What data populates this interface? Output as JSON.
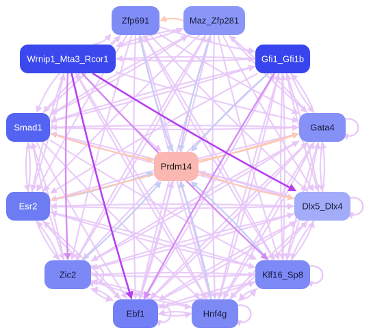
{
  "nodes": [
    {
      "id": "zfp691",
      "label": "Zfp691",
      "fill": "#7f8cf6",
      "text_color": "#1a1a3a"
    },
    {
      "id": "maz_zfp281",
      "label": "Maz_Zfp281",
      "fill": "#8a96f7",
      "text_color": "#1a1a3a"
    },
    {
      "id": "wrnip1",
      "label": "Wrnip1_Mta3_Rcor1",
      "fill": "#3a48ee",
      "text_color": "#ffffff"
    },
    {
      "id": "gfi1",
      "label": "Gfi1_Gfi1b",
      "fill": "#3844ee",
      "text_color": "#ffffff"
    },
    {
      "id": "smad1",
      "label": "Smad1",
      "fill": "#5563f2",
      "text_color": "#ffffff"
    },
    {
      "id": "gata4",
      "label": "Gata4",
      "fill": "#8591f7",
      "text_color": "#1a1a3a"
    },
    {
      "id": "prdm14",
      "label": "Prdm14",
      "fill": "#fbb7b2",
      "text_color": "#1a1a1a"
    },
    {
      "id": "esr2",
      "label": "Esr2",
      "fill": "#6e7cf4",
      "text_color": "#ffffff"
    },
    {
      "id": "dlx5",
      "label": "Dlx5_Dlx4",
      "fill": "#a2acf8",
      "text_color": "#1a1a3a"
    },
    {
      "id": "zic2",
      "label": "Zic2",
      "fill": "#7b88f6",
      "text_color": "#1a1a3a"
    },
    {
      "id": "klf16",
      "label": "Klf16_Sp8",
      "fill": "#7c89f6",
      "text_color": "#1a1a3a"
    },
    {
      "id": "ebf1",
      "label": "Ebf1",
      "fill": "#7380f5",
      "text_color": "#1a1a3a"
    },
    {
      "id": "hnf4g",
      "label": "Hnf4g",
      "fill": "#7d8af6",
      "text_color": "#1a1a3a"
    }
  ],
  "edge_colors": {
    "default": "#e7c6f7",
    "strong": "#b63ef0",
    "medium": "#d48cf2",
    "blue": "#c5cdf4",
    "peach": "#fcc9b5"
  },
  "edges": [
    {
      "from": "wrnip1",
      "to": "ebf1",
      "tone": "strong"
    },
    {
      "from": "wrnip1",
      "to": "dlx5",
      "tone": "strong"
    },
    {
      "from": "wrnip1",
      "to": "zic2",
      "tone": "medium"
    },
    {
      "from": "gfi1",
      "to": "ebf1",
      "tone": "medium"
    },
    {
      "from": "wrnip1",
      "to": "klf16",
      "tone": "medium"
    },
    {
      "from": "zfp691",
      "to": "prdm14",
      "tone": "blue"
    },
    {
      "from": "maz_zfp281",
      "to": "prdm14",
      "tone": "blue"
    },
    {
      "from": "gfi1",
      "to": "prdm14",
      "tone": "blue"
    },
    {
      "from": "zic2",
      "to": "prdm14",
      "tone": "blue"
    },
    {
      "from": "esr2",
      "to": "prdm14",
      "tone": "blue"
    },
    {
      "from": "klf16",
      "to": "prdm14",
      "tone": "blue"
    },
    {
      "from": "hnf4g",
      "to": "prdm14",
      "tone": "blue"
    },
    {
      "from": "smad1",
      "to": "prdm14",
      "tone": "peach"
    },
    {
      "from": "prdm14",
      "to": "gata4",
      "tone": "peach"
    },
    {
      "from": "prdm14",
      "to": "dlx5",
      "tone": "peach"
    },
    {
      "from": "maz_zfp281",
      "to": "zfp691",
      "tone": "peach"
    },
    {
      "from": "esr2",
      "to": "gata4",
      "tone": "peach"
    },
    {
      "from": "smad1",
      "to": "gata4",
      "tone": "default"
    },
    {
      "from": "smad1",
      "to": "esr2",
      "tone": "default"
    },
    {
      "from": "smad1",
      "to": "zic2",
      "tone": "default"
    },
    {
      "from": "smad1",
      "to": "ebf1",
      "tone": "default"
    },
    {
      "from": "smad1",
      "to": "hnf4g",
      "tone": "default"
    },
    {
      "from": "smad1",
      "to": "klf16",
      "tone": "default"
    },
    {
      "from": "smad1",
      "to": "dlx5",
      "tone": "default"
    },
    {
      "from": "smad1",
      "to": "gfi1",
      "tone": "default"
    },
    {
      "from": "smad1",
      "to": "maz_zfp281",
      "tone": "default"
    },
    {
      "from": "smad1",
      "to": "zfp691",
      "tone": "default"
    },
    {
      "from": "wrnip1",
      "to": "zfp691",
      "tone": "default"
    },
    {
      "from": "wrnip1",
      "to": "maz_zfp281",
      "tone": "default"
    },
    {
      "from": "wrnip1",
      "to": "gfi1",
      "tone": "default"
    },
    {
      "from": "wrnip1",
      "to": "gata4",
      "tone": "default"
    },
    {
      "from": "wrnip1",
      "to": "hnf4g",
      "tone": "default"
    },
    {
      "from": "wrnip1",
      "to": "esr2",
      "tone": "default"
    },
    {
      "from": "wrnip1",
      "to": "smad1",
      "tone": "default"
    },
    {
      "from": "wrnip1",
      "to": "prdm14",
      "tone": "default"
    },
    {
      "from": "zfp691",
      "to": "smad1",
      "tone": "default"
    },
    {
      "from": "zfp691",
      "to": "esr2",
      "tone": "default"
    },
    {
      "from": "zfp691",
      "to": "zic2",
      "tone": "default"
    },
    {
      "from": "zfp691",
      "to": "ebf1",
      "tone": "default"
    },
    {
      "from": "zfp691",
      "to": "hnf4g",
      "tone": "default"
    },
    {
      "from": "zfp691",
      "to": "klf16",
      "tone": "default"
    },
    {
      "from": "zfp691",
      "to": "dlx5",
      "tone": "default"
    },
    {
      "from": "zfp691",
      "to": "gata4",
      "tone": "default"
    },
    {
      "from": "zfp691",
      "to": "gfi1",
      "tone": "default"
    },
    {
      "from": "maz_zfp281",
      "to": "smad1",
      "tone": "default"
    },
    {
      "from": "maz_zfp281",
      "to": "esr2",
      "tone": "default"
    },
    {
      "from": "maz_zfp281",
      "to": "zic2",
      "tone": "default"
    },
    {
      "from": "maz_zfp281",
      "to": "ebf1",
      "tone": "default"
    },
    {
      "from": "maz_zfp281",
      "to": "hnf4g",
      "tone": "default"
    },
    {
      "from": "maz_zfp281",
      "to": "klf16",
      "tone": "default"
    },
    {
      "from": "maz_zfp281",
      "to": "dlx5",
      "tone": "default"
    },
    {
      "from": "maz_zfp281",
      "to": "gata4",
      "tone": "default"
    },
    {
      "from": "maz_zfp281",
      "to": "wrnip1",
      "tone": "default"
    },
    {
      "from": "gfi1",
      "to": "smad1",
      "tone": "default"
    },
    {
      "from": "gfi1",
      "to": "esr2",
      "tone": "default"
    },
    {
      "from": "gfi1",
      "to": "zic2",
      "tone": "default"
    },
    {
      "from": "gfi1",
      "to": "hnf4g",
      "tone": "default"
    },
    {
      "from": "gfi1",
      "to": "klf16",
      "tone": "default"
    },
    {
      "from": "gfi1",
      "to": "dlx5",
      "tone": "default"
    },
    {
      "from": "gfi1",
      "to": "gata4",
      "tone": "default"
    },
    {
      "from": "gfi1",
      "to": "wrnip1",
      "tone": "default"
    },
    {
      "from": "gata4",
      "to": "smad1",
      "tone": "default"
    },
    {
      "from": "gata4",
      "to": "esr2",
      "tone": "default"
    },
    {
      "from": "gata4",
      "to": "zic2",
      "tone": "default"
    },
    {
      "from": "gata4",
      "to": "ebf1",
      "tone": "default"
    },
    {
      "from": "gata4",
      "to": "hnf4g",
      "tone": "default"
    },
    {
      "from": "gata4",
      "to": "klf16",
      "tone": "default"
    },
    {
      "from": "gata4",
      "to": "dlx5",
      "tone": "default"
    },
    {
      "from": "gata4",
      "to": "gfi1",
      "tone": "default"
    },
    {
      "from": "gata4",
      "to": "maz_zfp281",
      "tone": "default"
    },
    {
      "from": "esr2",
      "to": "zic2",
      "tone": "default"
    },
    {
      "from": "esr2",
      "to": "ebf1",
      "tone": "default"
    },
    {
      "from": "esr2",
      "to": "klf16",
      "tone": "default"
    },
    {
      "from": "esr2",
      "to": "dlx5",
      "tone": "default"
    },
    {
      "from": "esr2",
      "to": "smad1",
      "tone": "default"
    },
    {
      "from": "esr2",
      "to": "wrnip1",
      "tone": "default"
    },
    {
      "from": "dlx5",
      "to": "esr2",
      "tone": "default"
    },
    {
      "from": "dlx5",
      "to": "zic2",
      "tone": "default"
    },
    {
      "from": "dlx5",
      "to": "ebf1",
      "tone": "default"
    },
    {
      "from": "dlx5",
      "to": "hnf4g",
      "tone": "default"
    },
    {
      "from": "dlx5",
      "to": "klf16",
      "tone": "default"
    },
    {
      "from": "dlx5",
      "to": "gata4",
      "tone": "default"
    },
    {
      "from": "dlx5",
      "to": "smad1",
      "tone": "default"
    },
    {
      "from": "dlx5",
      "to": "gfi1",
      "tone": "default"
    },
    {
      "from": "zic2",
      "to": "ebf1",
      "tone": "default"
    },
    {
      "from": "zic2",
      "to": "hnf4g",
      "tone": "default"
    },
    {
      "from": "zic2",
      "to": "klf16",
      "tone": "default"
    },
    {
      "from": "zic2",
      "to": "esr2",
      "tone": "default"
    },
    {
      "from": "zic2",
      "to": "smad1",
      "tone": "default"
    },
    {
      "from": "zic2",
      "to": "dlx5",
      "tone": "default"
    },
    {
      "from": "zic2",
      "to": "gata4",
      "tone": "default"
    },
    {
      "from": "zic2",
      "to": "maz_zfp281",
      "tone": "default"
    },
    {
      "from": "klf16",
      "to": "ebf1",
      "tone": "default"
    },
    {
      "from": "klf16",
      "to": "hnf4g",
      "tone": "default"
    },
    {
      "from": "klf16",
      "to": "zic2",
      "tone": "default"
    },
    {
      "from": "klf16",
      "to": "dlx5",
      "tone": "default"
    },
    {
      "from": "klf16",
      "to": "gata4",
      "tone": "default"
    },
    {
      "from": "klf16",
      "to": "esr2",
      "tone": "default"
    },
    {
      "from": "klf16",
      "to": "gfi1",
      "tone": "default"
    },
    {
      "from": "klf16",
      "to": "zfp691",
      "tone": "default"
    },
    {
      "from": "ebf1",
      "to": "hnf4g",
      "tone": "default"
    },
    {
      "from": "ebf1",
      "to": "zic2",
      "tone": "default"
    },
    {
      "from": "ebf1",
      "to": "esr2",
      "tone": "default"
    },
    {
      "from": "ebf1",
      "to": "klf16",
      "tone": "default"
    },
    {
      "from": "ebf1",
      "to": "dlx5",
      "tone": "default"
    },
    {
      "from": "ebf1",
      "to": "gata4",
      "tone": "default"
    },
    {
      "from": "ebf1",
      "to": "gfi1",
      "tone": "default"
    },
    {
      "from": "ebf1",
      "to": "maz_zfp281",
      "tone": "default"
    },
    {
      "from": "ebf1",
      "to": "prdm14",
      "tone": "default"
    },
    {
      "from": "hnf4g",
      "to": "ebf1",
      "tone": "default"
    },
    {
      "from": "hnf4g",
      "to": "klf16",
      "tone": "default"
    },
    {
      "from": "hnf4g",
      "to": "zic2",
      "tone": "default"
    },
    {
      "from": "hnf4g",
      "to": "dlx5",
      "tone": "default"
    },
    {
      "from": "hnf4g",
      "to": "gata4",
      "tone": "default"
    },
    {
      "from": "hnf4g",
      "to": "gfi1",
      "tone": "default"
    },
    {
      "from": "hnf4g",
      "to": "wrnip1",
      "tone": "default"
    },
    {
      "from": "hnf4g",
      "to": "zfp691",
      "tone": "default"
    },
    {
      "from": "dlx5",
      "to": "prdm14",
      "tone": "default"
    }
  ],
  "self_loops": [
    "gata4",
    "dlx5",
    "klf16",
    "hnf4g",
    "ebf1",
    "zic2"
  ]
}
